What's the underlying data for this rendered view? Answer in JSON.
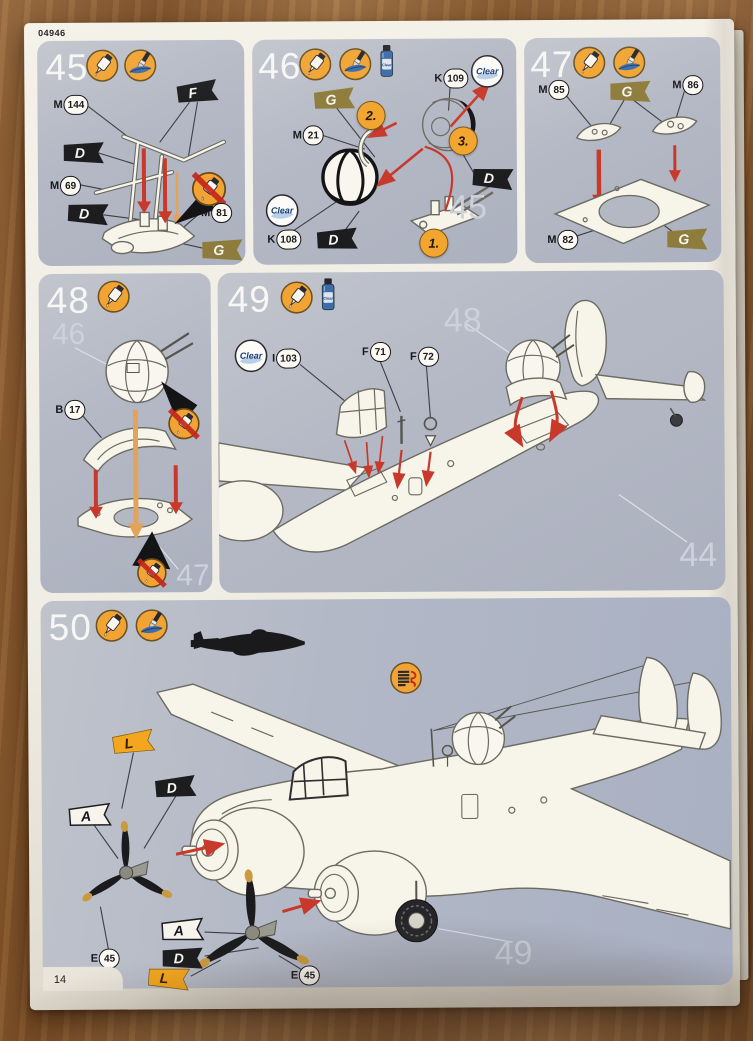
{
  "page": {
    "kit_number": "04946",
    "page_number": "14"
  },
  "badges": {
    "clear": "Clear"
  },
  "colors": {
    "accent_orange": "#f2a636",
    "flag_black": "#1d1d20",
    "flag_olive": "#8d7c3b",
    "flag_yellow": "#f3a61e",
    "arrow_red": "#c8392c",
    "panel_bg": "#b5b9c5",
    "paper": "#f0ede4"
  },
  "panels": {
    "p45": {
      "step": "45",
      "flags": {
        "f": "F",
        "d1": "D",
        "d2": "D",
        "g": "G"
      },
      "parts": {
        "m144": {
          "letter": "M",
          "number": "144"
        },
        "m69": {
          "letter": "M",
          "number": "69"
        },
        "m81": {
          "letter": "M",
          "number": "81"
        }
      }
    },
    "p46": {
      "step": "46",
      "ref45": "45",
      "seq": {
        "s1": "1.",
        "s2": "2.",
        "s3": "3."
      },
      "flags": {
        "g": "G",
        "d_right": "D",
        "d_bottom": "D"
      },
      "parts": {
        "k109": {
          "letter": "K",
          "number": "109"
        },
        "m21": {
          "letter": "M",
          "number": "21"
        },
        "k108": {
          "letter": "K",
          "number": "108"
        }
      }
    },
    "p47": {
      "step": "47",
      "flags": {
        "g_top": "G",
        "g_bottom": "G"
      },
      "parts": {
        "m85": {
          "letter": "M",
          "number": "85"
        },
        "m86": {
          "letter": "M",
          "number": "86"
        },
        "m82": {
          "letter": "M",
          "number": "82"
        }
      }
    },
    "p48": {
      "step": "48",
      "ref46": "46",
      "ref47": "47",
      "parts": {
        "b17": {
          "letter": "B",
          "number": "17"
        }
      }
    },
    "p49": {
      "step": "49",
      "ref48": "48",
      "ref44": "44",
      "parts": {
        "i103": {
          "letter": "I",
          "number": "103"
        },
        "f71": {
          "letter": "F",
          "number": "71"
        },
        "f72": {
          "letter": "F",
          "number": "72"
        }
      }
    },
    "p50": {
      "step": "50",
      "ref49": "49",
      "flags": {
        "l1": "L",
        "d1": "D",
        "a1": "A",
        "a2": "A",
        "d2": "D",
        "l2": "L"
      },
      "parts": {
        "e45a": {
          "letter": "E",
          "number": "45"
        },
        "e45b": {
          "letter": "E",
          "number": "45"
        }
      }
    }
  }
}
